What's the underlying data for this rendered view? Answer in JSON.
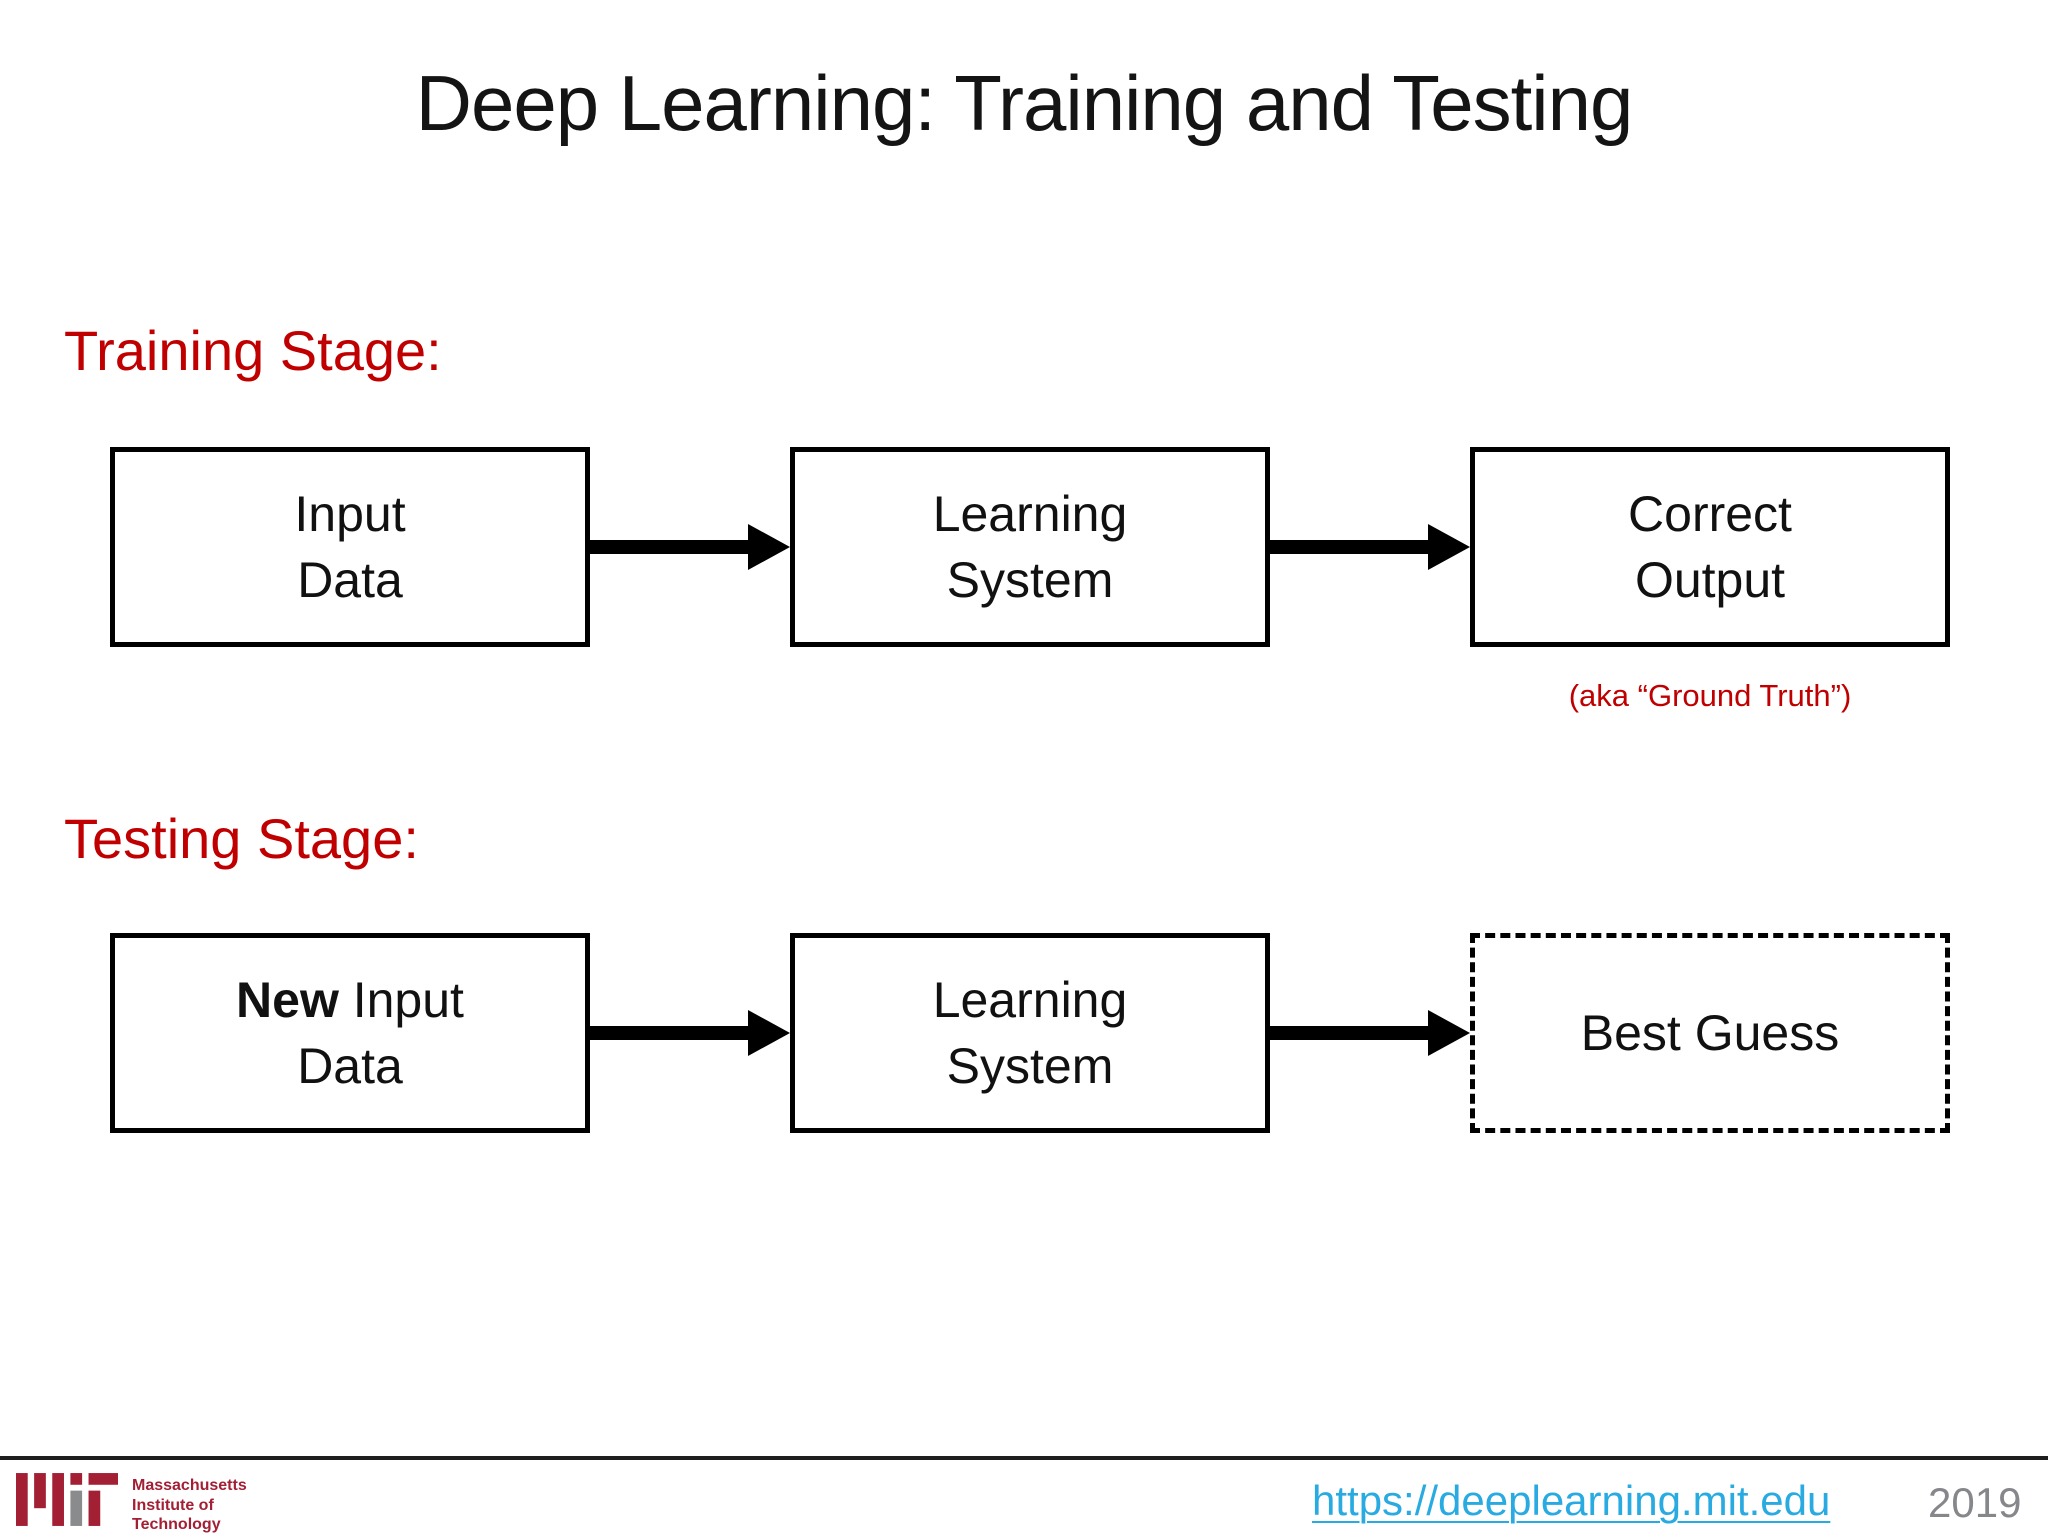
{
  "slide": {
    "title": "Deep Learning: Training and Testing",
    "colors": {
      "stage_label_red": "#C00000",
      "note_red": "#C00000",
      "box_border_black": "#000000",
      "arrow_black": "#000000",
      "mit_logo_red": "#A31F34",
      "mit_logo_gray": "#8A8B8C",
      "link_blue": "#29ABE2",
      "year_gray": "#86878A"
    },
    "training": {
      "label": "Training Stage:",
      "boxes": [
        {
          "line1": "Input",
          "line2": "Data"
        },
        {
          "line1": "Learning",
          "line2": "System"
        },
        {
          "line1": "Correct",
          "line2": "Output"
        }
      ],
      "note": "(aka “Ground Truth”)"
    },
    "testing": {
      "label": "Testing Stage:",
      "boxes": [
        {
          "line1_bold": "New",
          "line1_rest": " Input",
          "line2": "Data"
        },
        {
          "line1": "Learning",
          "line2": "System"
        },
        {
          "line1": "Best Guess"
        }
      ]
    },
    "footer": {
      "mit_lines": [
        "Massachusetts",
        "Institute of",
        "Technology"
      ],
      "link": "https://deeplearning.mit.edu",
      "year": "2019"
    }
  }
}
